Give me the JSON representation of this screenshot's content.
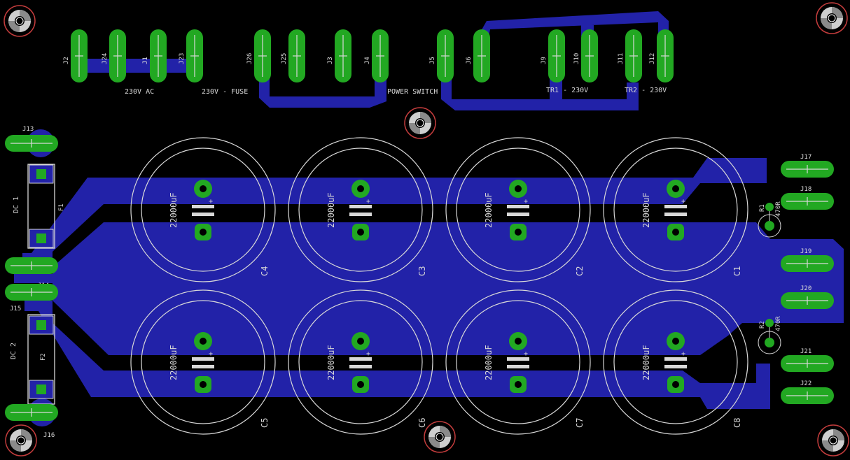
{
  "board": {
    "colors": {
      "background": "#000000",
      "copper": "#2222a8",
      "pad": "#22a822",
      "silkscreen": "#d8d8d8",
      "hole": "#c23c3c"
    },
    "labels": {
      "ac_in": "230V AC",
      "fuse": "230V - FUSE",
      "power_switch": "POWER SWITCH",
      "tr1": "TR1 - 230V",
      "tr2": "TR2 - 230V",
      "dc1": "DC 1",
      "dc2": "DC 2",
      "f1": "F1",
      "f2": "F2",
      "r1": "R1",
      "r2": "R2",
      "r1_value": "470R",
      "r2_value": "470R"
    },
    "connectors_top": [
      "J2",
      "J24",
      "J1",
      "J23",
      "J26",
      "J25",
      "J3",
      "J4",
      "J5",
      "J6",
      "J9",
      "J10",
      "J11",
      "J12"
    ],
    "connectors_left": [
      "J13",
      "J14",
      "J15",
      "J16"
    ],
    "connectors_right": [
      "J17",
      "J18",
      "J19",
      "J20",
      "J21",
      "J22"
    ],
    "capacitors": [
      {
        "ref": "C4",
        "value": "22000uF"
      },
      {
        "ref": "C3",
        "value": "22000uF"
      },
      {
        "ref": "C2",
        "value": "22000uF"
      },
      {
        "ref": "C1",
        "value": "22000uF"
      },
      {
        "ref": "C5",
        "value": "22000uF"
      },
      {
        "ref": "C6",
        "value": "22000uF"
      },
      {
        "ref": "C7",
        "value": "22000uF"
      },
      {
        "ref": "C8",
        "value": "22000uF"
      }
    ]
  }
}
